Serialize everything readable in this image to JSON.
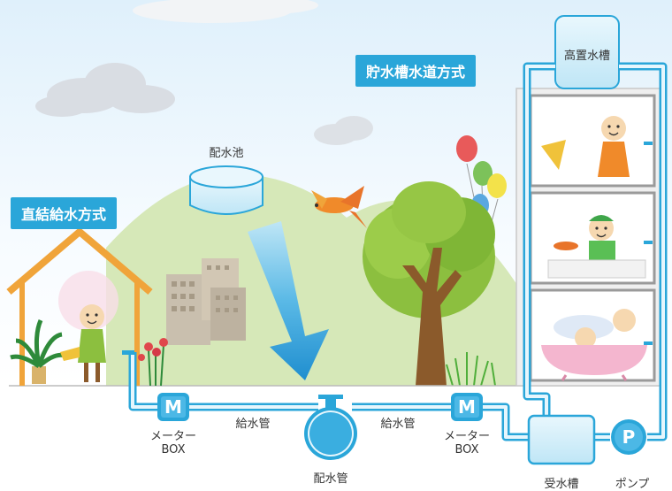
{
  "labels": {
    "direct_system": "直結給水方式",
    "tank_system": "貯水槽水道方式",
    "reservoir": "配水池",
    "elevated_tank": "高置水槽",
    "supply_pipe_left": "給水管",
    "supply_pipe_right": "給水管",
    "distribution_pipe": "配水管",
    "meter_box_left_line1": "メーター",
    "meter_box_left_line2": "BOX",
    "meter_box_right_line1": "メーター",
    "meter_box_right_line2": "BOX",
    "receiving_tank": "受水槽",
    "pump": "ポンプ"
  },
  "symbols": {
    "meter": "M",
    "pump": "P"
  },
  "colors": {
    "pipe": "#2aa6d9",
    "pipe_light": "#bfe6f6",
    "label_bg": "#2aa6d9",
    "hill": "#d6e8b8",
    "tree_trunk": "#8b5a2b",
    "tree_leaves": "#8cbf3f",
    "house_frame": "#f0a43a",
    "building": "#f4f4f4"
  }
}
